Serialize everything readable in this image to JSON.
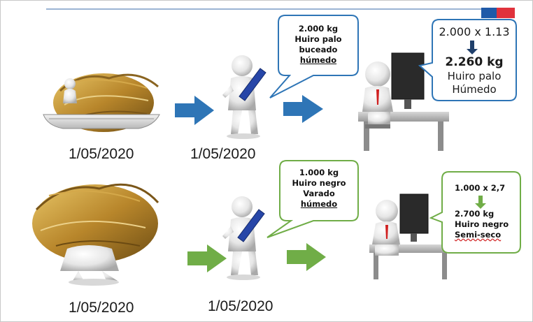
{
  "row1": {
    "date_boat": "1/05/2020",
    "date_worker": "1/05/2020",
    "callout_worker": {
      "line1": "2.000 kg",
      "line2": "Huiro palo",
      "line3": "buceado",
      "line4": "húmedo"
    },
    "callout_computer": {
      "line1": "2.000 x 1.13",
      "line2": "2.260 kg",
      "line3": "Huiro palo",
      "line4": "Húmedo"
    },
    "accent_color": "#2e75b6"
  },
  "row2": {
    "date_carrier": "1/05/2020",
    "date_worker": "1/05/2020",
    "callout_worker": {
      "line1": "1.000 kg",
      "line2": "Huiro negro",
      "line3": "Varado",
      "line4": "húmedo"
    },
    "callout_computer": {
      "line1": "1.000 x 2,7",
      "line2": "2.700 kg",
      "line3": "Huiro negro",
      "line4": "Semi-seco"
    },
    "accent_color": "#70ad47"
  },
  "icons": [
    "boat-with-seaweed-icon",
    "person-carrying-seaweed-icon",
    "worker-with-tablet-icon",
    "person-at-computer-icon",
    "arrow-right-icon",
    "arrow-down-icon",
    "flag-icon"
  ]
}
